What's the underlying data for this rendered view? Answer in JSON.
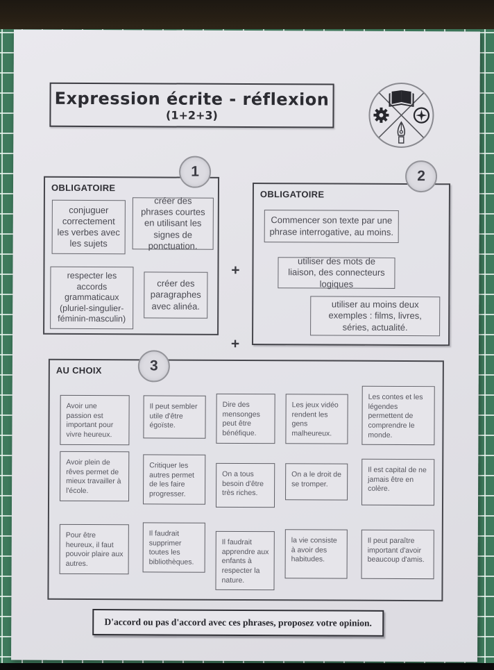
{
  "header": {
    "title": "Expression écrite - réflexion",
    "subtitle": "(1+2+3)"
  },
  "logo": {
    "icons": [
      "book-icon",
      "gear-icon",
      "compass-icon",
      "pen-nib-icon"
    ]
  },
  "badges": {
    "box1": "1",
    "box2": "2",
    "box3": "3"
  },
  "operators": {
    "plus_1": "+",
    "plus_2": "+"
  },
  "obligatoire_1": {
    "header": "OBLIGATOIRE",
    "items": [
      "conjuguer correctement les verbes avec les sujets",
      "créer des phrases courtes en utilisant les signes de ponctuation.",
      "respecter les accords grammaticaux (pluriel-singulier-féminin-masculin)",
      "créer des paragraphes avec alinéa."
    ]
  },
  "obligatoire_2": {
    "header": "OBLIGATOIRE",
    "items": [
      "Commencer son texte par une phrase interrogative, au moins.",
      "utiliser des mots de liaison, des connecteurs logiques",
      "utiliser au moins deux exemples : films, livres, séries, actualité."
    ]
  },
  "au_choix": {
    "header": "AU CHOIX",
    "statements": [
      "Avoir une passion est important pour vivre heureux.",
      "Il peut sembler utile d'être égoïste.",
      "Dire des mensonges peut être bénéfique.",
      "Les jeux vidéo rendent les gens malheureux.",
      "Les contes et les légendes permettent de comprendre le monde.",
      "Avoir plein de rêves permet de mieux travailler à l'école.",
      "Critiquer les autres permet de les faire progresser.",
      "On a tous besoin d'être très riches.",
      "On a le droit de se tromper.",
      "Il est capital de ne jamais être en colère.",
      "Pour être heureux, il faut pouvoir plaire aux autres.",
      "Il faudrait supprimer toutes les bibliothèques.",
      "Il faudrait apprendre aux enfants à respecter la nature.",
      "la vie consiste à avoir des habitudes.",
      "Il peut paraître important d'avoir beaucoup d'amis."
    ]
  },
  "footer": {
    "instruction": "D'accord ou pas d'accord avec ces phrases, proposez votre opinion."
  },
  "colors": {
    "mat_green": "#3e7a5c",
    "paper": "#e4e3e8"
  }
}
